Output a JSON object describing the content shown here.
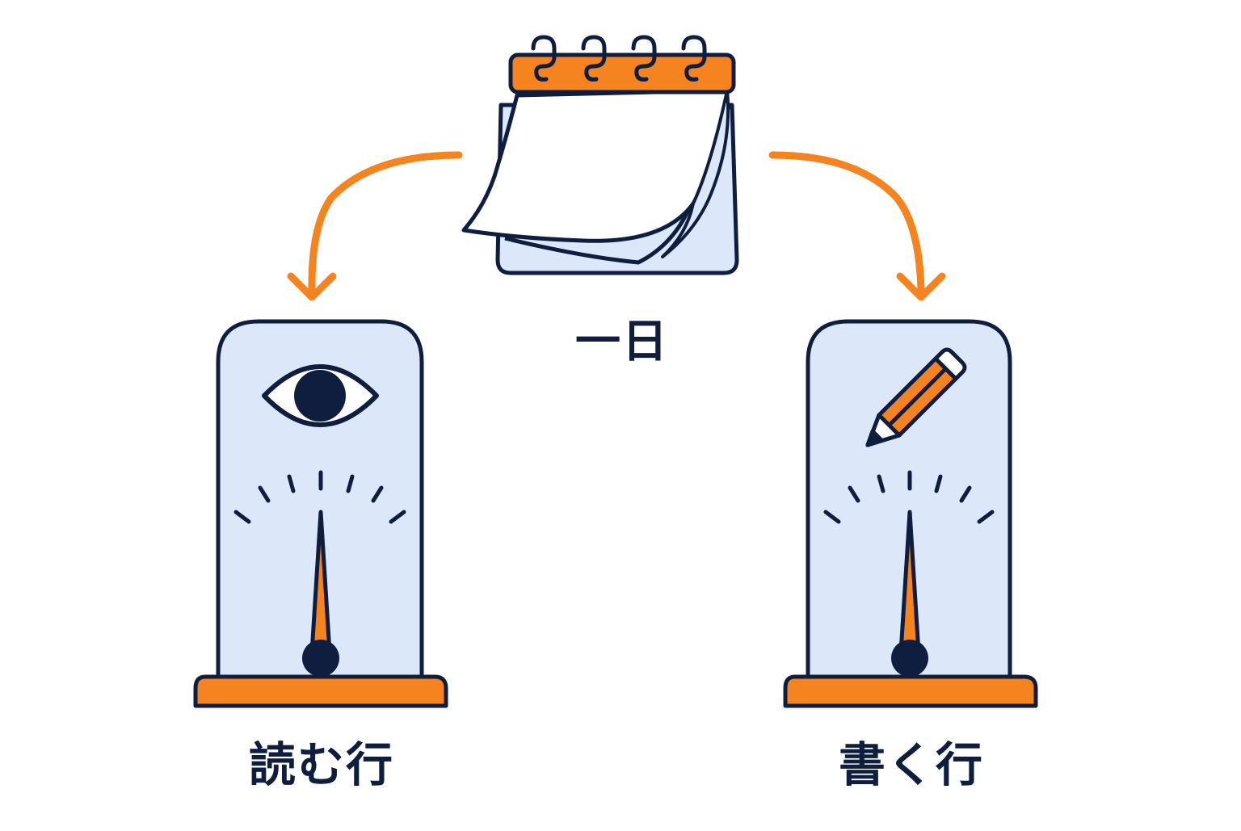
{
  "calendar": {
    "label": "一日"
  },
  "meters": [
    {
      "label": "読む行",
      "icon": "eye-icon",
      "level": 0.5
    },
    {
      "label": "書く行",
      "icon": "pencil-icon",
      "level": 0.5
    }
  ],
  "colors": {
    "accent": "#f5831f",
    "outline": "#0f1d3e",
    "panel": "#dce8f9",
    "background": "#ffffff"
  }
}
